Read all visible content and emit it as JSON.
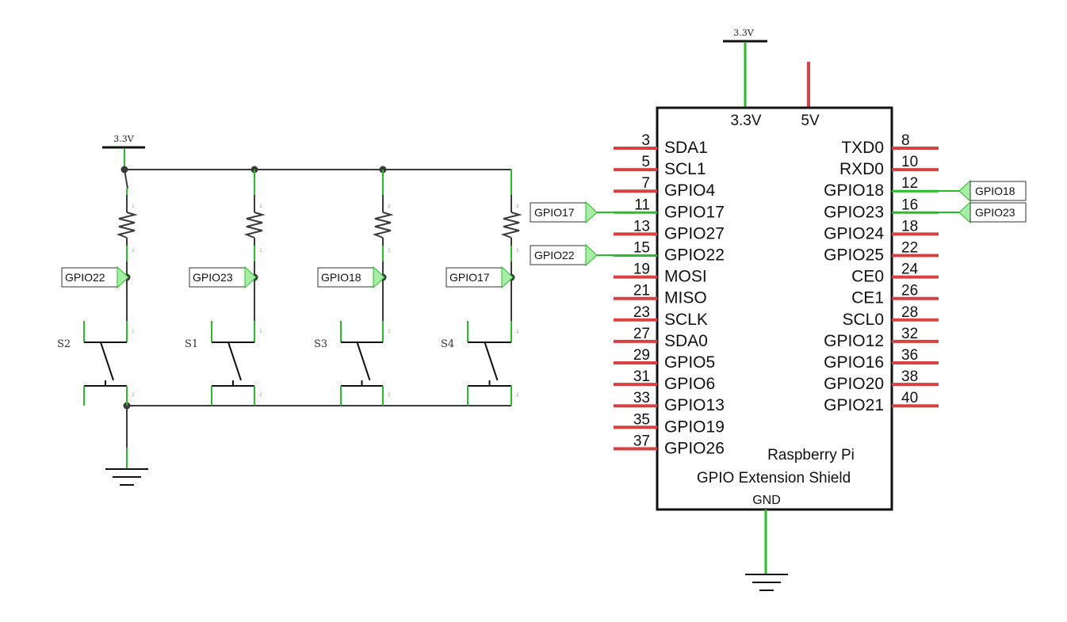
{
  "power": {
    "label_left": "3.3V",
    "label_top": "3.3V"
  },
  "board": {
    "line1": "Raspberry Pi",
    "line2": "GPIO Extension Shield",
    "top_pins": [
      "3.3V",
      "5V"
    ],
    "gnd": "GND",
    "left_pins": [
      {
        "num": "3",
        "name": "SDA1"
      },
      {
        "num": "5",
        "name": "SCL1"
      },
      {
        "num": "7",
        "name": "GPIO4"
      },
      {
        "num": "11",
        "name": "GPIO17"
      },
      {
        "num": "13",
        "name": "GPIO27"
      },
      {
        "num": "15",
        "name": "GPIO22"
      },
      {
        "num": "19",
        "name": "MOSI"
      },
      {
        "num": "21",
        "name": "MISO"
      },
      {
        "num": "23",
        "name": "SCLK"
      },
      {
        "num": "27",
        "name": "SDA0"
      },
      {
        "num": "29",
        "name": "GPIO5"
      },
      {
        "num": "31",
        "name": "GPIO6"
      },
      {
        "num": "33",
        "name": "GPIO13"
      },
      {
        "num": "35",
        "name": "GPIO19"
      },
      {
        "num": "37",
        "name": "GPIO26"
      }
    ],
    "right_pins": [
      {
        "num": "8",
        "name": "TXD0"
      },
      {
        "num": "10",
        "name": "RXD0"
      },
      {
        "num": "12",
        "name": "GPIO18"
      },
      {
        "num": "16",
        "name": "GPIO23"
      },
      {
        "num": "18",
        "name": "GPIO24"
      },
      {
        "num": "22",
        "name": "GPIO25"
      },
      {
        "num": "24",
        "name": "CE0"
      },
      {
        "num": "26",
        "name": "CE1"
      },
      {
        "num": "28",
        "name": "SCL0"
      },
      {
        "num": "32",
        "name": "GPIO12"
      },
      {
        "num": "36",
        "name": "GPIO16"
      },
      {
        "num": "38",
        "name": "GPIO20"
      },
      {
        "num": "40",
        "name": "GPIO21"
      }
    ]
  },
  "net_labels": {
    "board_left": [
      "GPIO17",
      "GPIO22"
    ],
    "board_right": [
      "GPIO18",
      "GPIO23"
    ],
    "branches": [
      "GPIO22",
      "GPIO23",
      "GPIO18",
      "GPIO17"
    ]
  },
  "switches": [
    "S2",
    "S1",
    "S3",
    "S4"
  ],
  "resistor_pins": [
    "1",
    "2"
  ],
  "switch_pins": [
    "1",
    "2"
  ]
}
